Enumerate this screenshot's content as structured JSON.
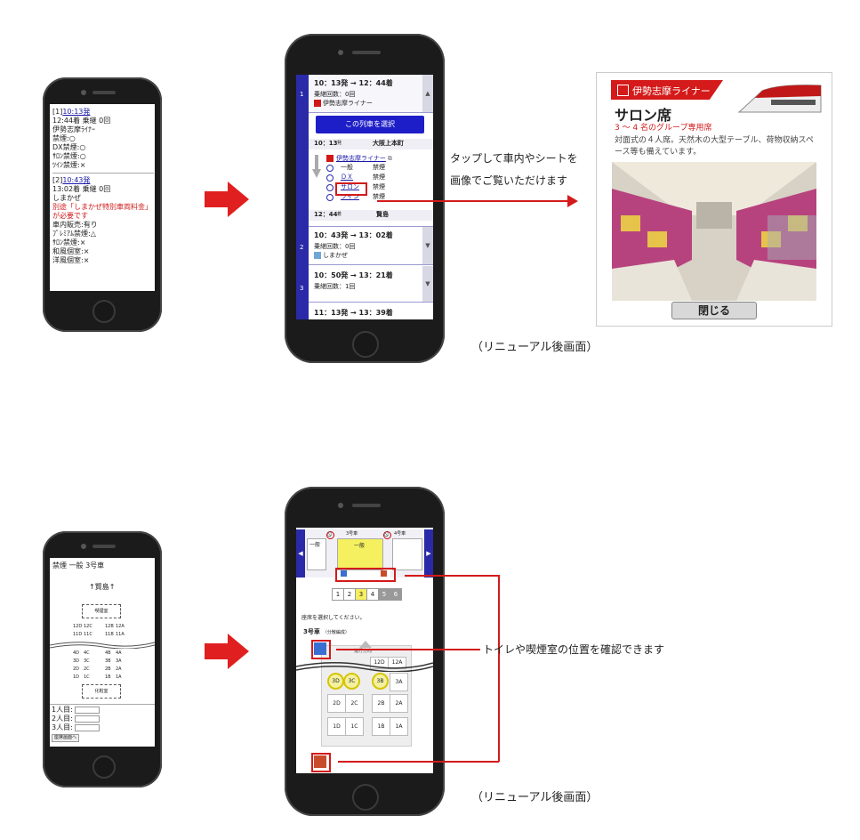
{
  "old_train_list": {
    "items": [
      {
        "index": "[1]",
        "time_link": "10:13発",
        "arrival": "12:44着 乗継 0回",
        "train": "伊勢志摩ﾗｲﾅｰ",
        "lines": [
          "禁煙:○",
          "DX禁煙:○",
          "ｻﾛﾝ禁煙:○",
          "ﾂｲﾝ禁煙:×"
        ]
      },
      {
        "index": "[2]",
        "time_link": "10:43発",
        "arrival": "13:02着 乗継 0回",
        "train": "しまかぜ",
        "notice": "別途「しまかぜ特別車両料金」が必要です",
        "lines": [
          "車内販売:有り",
          "ﾌﾟﾚﾐｱﾑ禁煙:△",
          "ｻﾛﾝ禁煙:×",
          "和風個室:×",
          "洋風個室:×"
        ]
      }
    ]
  },
  "new_train_list": {
    "row1": {
      "num": "1",
      "times": "10：13発 → 12：44着",
      "transfer": "乗継回数：0回",
      "train": "伊勢志摩ライナー"
    },
    "select_button": "この列車を選択",
    "detail": {
      "dep_time": "10：13",
      "dep_suffix": "発",
      "dep_station": "大阪上本町",
      "train_link": "伊勢志摩ライナー",
      "seats": [
        {
          "type": "一般",
          "status": "禁煙"
        },
        {
          "type": "ＤＸ",
          "status": "禁煙"
        },
        {
          "type": "サロン",
          "status": "禁煙"
        },
        {
          "type": "ツイン",
          "status": "禁煙"
        }
      ],
      "arr_time": "12：44",
      "arr_suffix": "着",
      "arr_station": "賢島"
    },
    "row2": {
      "num": "2",
      "times": "10：43発 → 13：02着",
      "transfer": "乗継回数：0回",
      "train": "しまかぜ"
    },
    "row3": {
      "num": "3",
      "times": "10：50発 → 13：21着",
      "transfer": "乗継回数：1回"
    },
    "row4": {
      "times": "11：13発 → 13：39着"
    }
  },
  "annotation_top": {
    "line1": "タップして車内やシートを",
    "line2": "画像でご覧いただけます"
  },
  "popup": {
    "brand": "伊勢志摩ライナー",
    "title": "サロン席",
    "subtitle": "3 ～ 4 名のグループ専用席",
    "description": "対面式の４人席。天然木の大型テーブル、荷物収納スペース等も備えています。",
    "close": "閉じる"
  },
  "caption_after": "（リニューアル後画面）",
  "old_seat_map": {
    "title": "禁煙 一般 3号車",
    "destination": "↑賢島↑",
    "top_room": "喫煙室",
    "bottom_room": "化粧室",
    "rows_top": [
      [
        "12D",
        "12C",
        "12B",
        "12A"
      ],
      [
        "11D",
        "11C",
        "11B",
        "11A"
      ]
    ],
    "rows_bottom": [
      [
        "4D",
        "4C",
        "4B",
        "4A"
      ],
      [
        "3D",
        "3C",
        "3B",
        "3A"
      ],
      [
        "2D",
        "2C",
        "2B",
        "2A"
      ],
      [
        "1D",
        "1C",
        "1B",
        "1A"
      ]
    ],
    "people": [
      "1人目:",
      "2人目:",
      "3人目:"
    ],
    "back_button": "座席画面へ"
  },
  "new_seat_map": {
    "cars": [
      {
        "name": "3号車",
        "class": "一般"
      },
      {
        "name": "4号車",
        "class": ""
      }
    ],
    "prev_class": "一般",
    "pages": [
      "1",
      "2",
      "3",
      "4",
      "5",
      "6"
    ],
    "instruction": "座席を選択してください。",
    "car_title": "3号車",
    "car_sub": "（分散編成）",
    "direction": "進行方向",
    "top_seats": [
      "12D",
      "12A"
    ],
    "rows": [
      [
        "3D",
        "3C",
        "3B",
        "3A"
      ],
      [
        "2D",
        "2C",
        "2B",
        "2A"
      ],
      [
        "1D",
        "1C",
        "1B",
        "1A"
      ]
    ]
  },
  "annotation_bottom": "トイレや喫煙室の位置を確認できます",
  "colors": {
    "accent_red": "#d41a1a",
    "nav_blue": "#2a2aa8",
    "selected_yellow": "#f5f060"
  }
}
